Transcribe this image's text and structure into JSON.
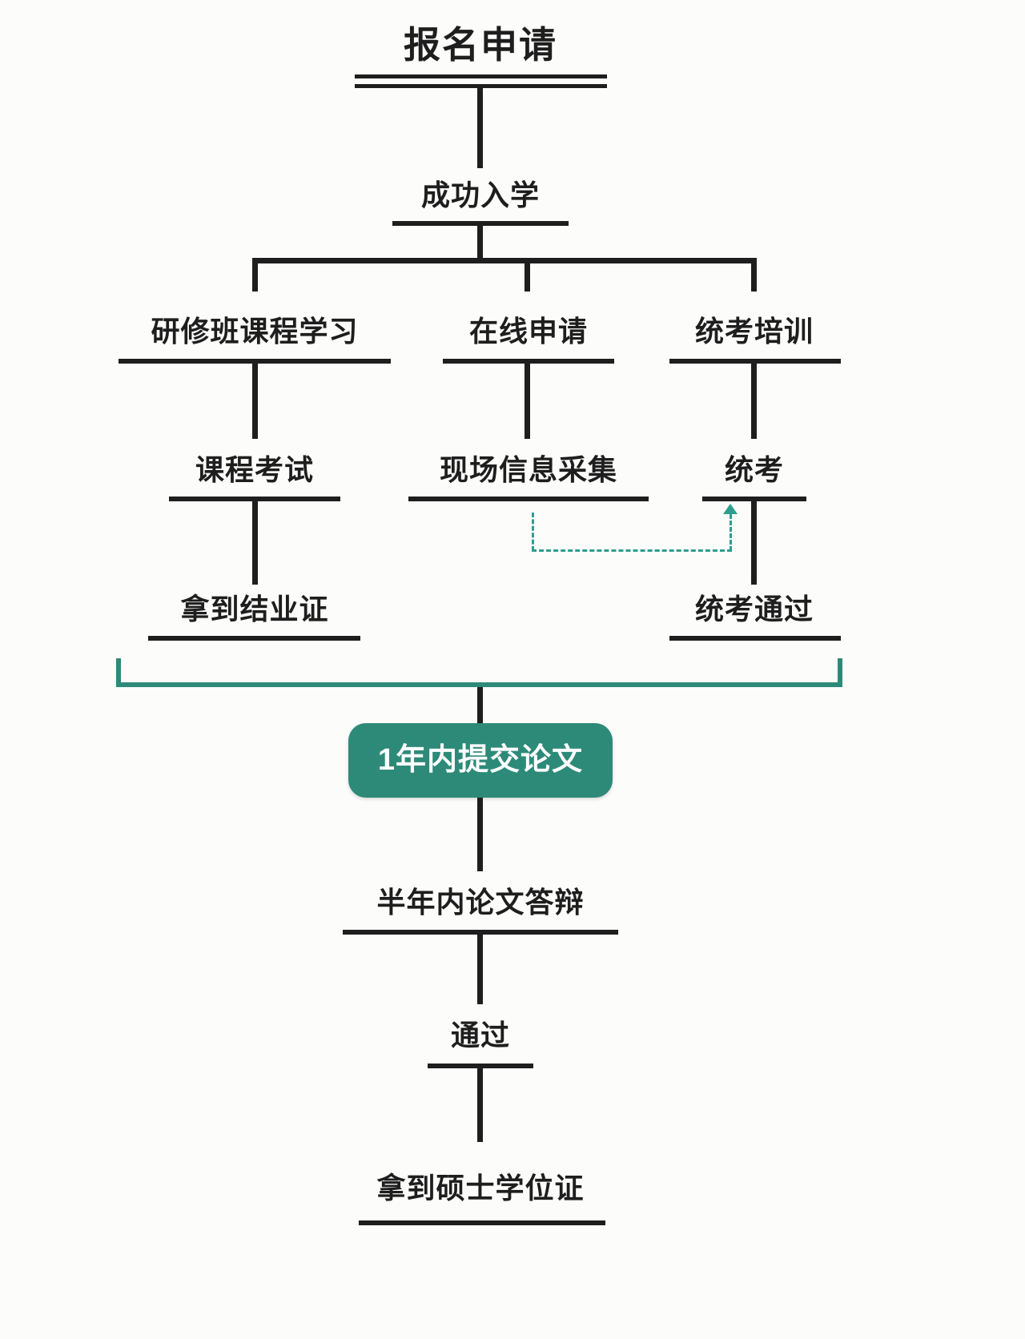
{
  "diagram": {
    "title": "报名申请",
    "nodes": {
      "enroll": "成功入学",
      "course_study": "研修班课程学习",
      "online_apply": "在线申请",
      "exam_training": "统考培训",
      "course_exam": "课程考试",
      "info_collection": "现场信息采集",
      "unified_exam": "统考",
      "completion_cert": "拿到结业证",
      "exam_passed": "统考通过",
      "submit_thesis": "1年内提交论文",
      "thesis_defense": "半年内论文答辩",
      "pass": "通过",
      "master_degree": "拿到硕士学位证"
    },
    "colors": {
      "line": "#1e1e1e",
      "accent_teal": "#2e8a78",
      "dashed_teal": "#2f9d8c",
      "background": "#fcfcfb",
      "button_text": "#ffffff"
    }
  }
}
